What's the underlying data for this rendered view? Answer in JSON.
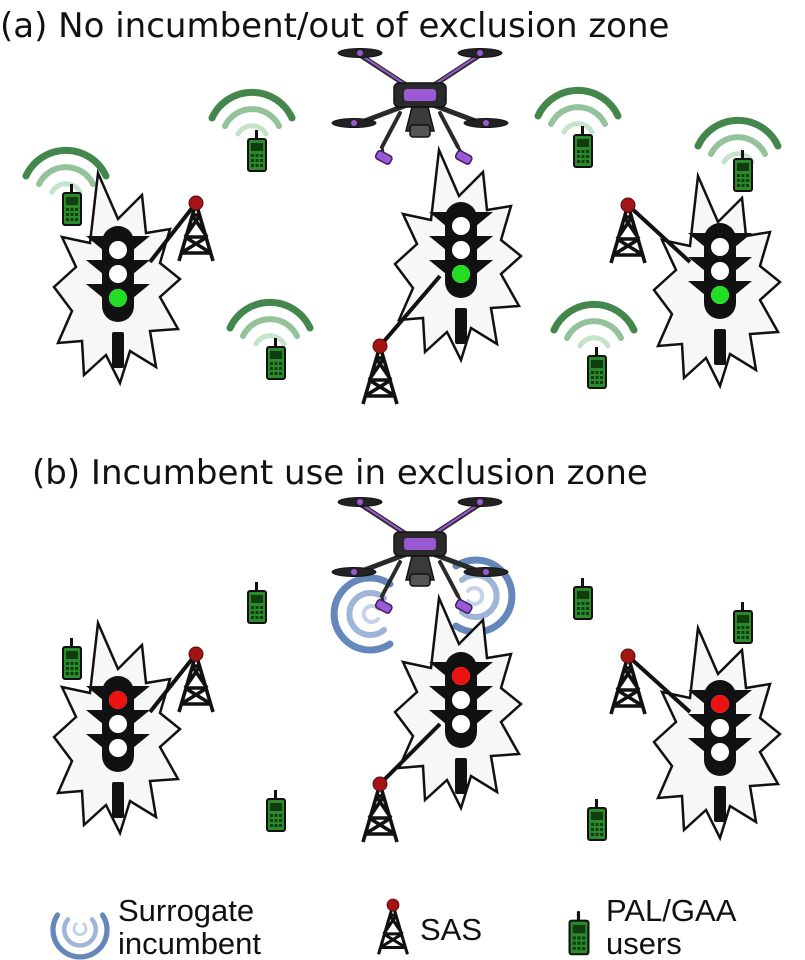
{
  "panels": [
    {
      "title": "(a) No incumbent/out of exclusion zone",
      "lights": [
        "green",
        "green",
        "green"
      ],
      "signals": true,
      "incumbent": false
    },
    {
      "title": "(b) Incumbent use in exclusion zone",
      "lights": [
        "red",
        "red",
        "red"
      ],
      "signals": false,
      "incumbent": true
    }
  ],
  "legend": {
    "surrogate": [
      "Surrogate",
      "incumbent"
    ],
    "sas": "SAS",
    "users": [
      "PAL/GAA",
      "users"
    ]
  },
  "colors": {
    "green_light": "#22dd22",
    "red_light": "#ee1111",
    "signal": "#2f7a3a",
    "phone": "#2c8a2c",
    "drone_accent": "#9b59d6",
    "incumbent_wave": "#4a72b0",
    "sas_dot": "#a31515"
  }
}
